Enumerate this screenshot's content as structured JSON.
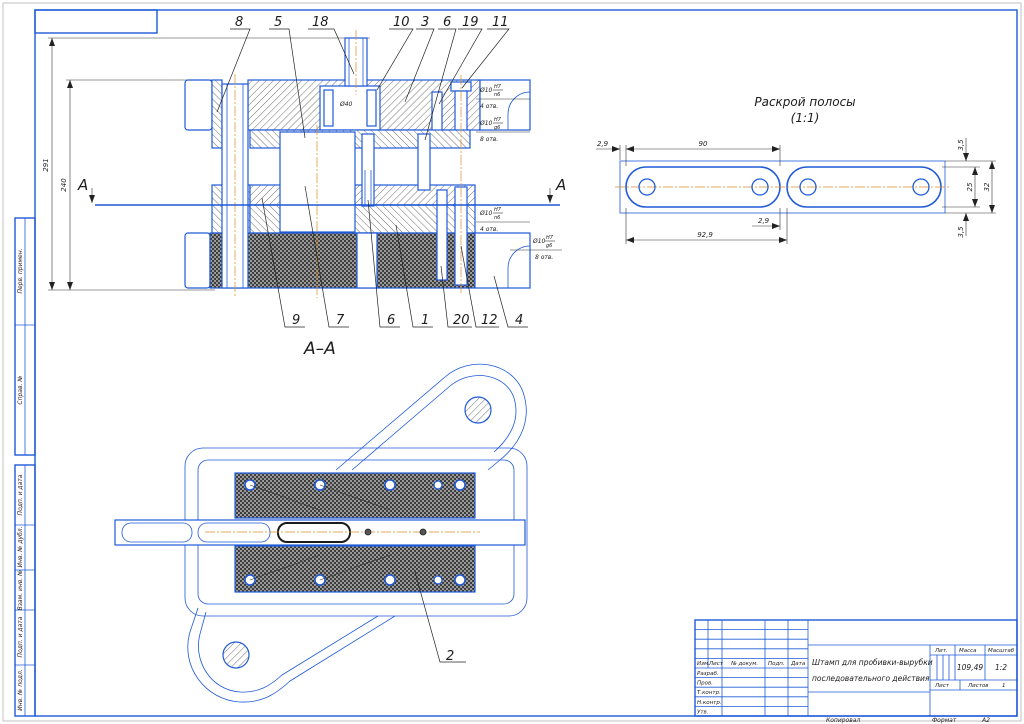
{
  "colors": {
    "line_blue": "#1f5ad8",
    "hatch": "#333333",
    "axis_orange": "#d98a2b",
    "checker_dark": "#3d3d3d",
    "checker_light": "#9a9a9a"
  },
  "section_view": {
    "view_label": "А–А",
    "cut_mark_left": "А",
    "cut_mark_right": "А",
    "callouts_top": [
      "8",
      "5",
      "18",
      "10",
      "3",
      "6",
      "19",
      "11"
    ],
    "callouts_bottom": [
      "9",
      "7",
      "6",
      "1",
      "20",
      "12",
      "4"
    ],
    "dim_overall": "291",
    "dim_height": "240",
    "bore_note": "Ø40",
    "fits": [
      {
        "size": "Ø10",
        "num": "H7",
        "den": "n6",
        "count": "4 отв."
      },
      {
        "size": "Ø10",
        "num": "H7",
        "den": "g6",
        "count": "8 отв."
      },
      {
        "size": "Ø10",
        "num": "H7",
        "den": "n6",
        "count": "4 отв."
      },
      {
        "size": "Ø10",
        "num": "H7",
        "den": "g6",
        "count": "8 отв."
      }
    ]
  },
  "plan_view": {
    "callout": "2"
  },
  "strip_layout": {
    "title": "Раскрой полосы",
    "scale": "(1:1)",
    "dim_pitch": "90",
    "dim_left_gap": "2,9",
    "dim_bridge": "2,9",
    "dim_step_total": "92,9",
    "dim_edge_top": "3,5",
    "dim_edge_bottom": "3,5",
    "dim_blank_width": "25",
    "dim_strip_width": "32"
  },
  "side_stamp": {
    "labels": [
      "Перв. примен.",
      "Справ. №",
      "Подп. и дата",
      "Инв. № дубл.",
      "Взам. инв. №",
      "Подп. и дата",
      "Инв. № подл."
    ]
  },
  "title_block": {
    "title_line1": "Штамп для пробивки-вырубки",
    "title_line2": "последовательного действия",
    "col_headers": [
      "Изм.",
      "Лист",
      "№ докум.",
      "Подп.",
      "Дата"
    ],
    "roles": [
      "Разраб.",
      "Пров.",
      "Т.контр.",
      "Н.контр.",
      "Утв."
    ],
    "lit_label": "Лит.",
    "mass_label": "Масса",
    "scale_label": "Масштаб",
    "mass": "109,49",
    "scale": "1:2",
    "sheet_label": "Лист",
    "sheets_label": "Листов",
    "sheets": "1",
    "copied": "Копировал",
    "format_label": "Формат",
    "format": "А2"
  }
}
